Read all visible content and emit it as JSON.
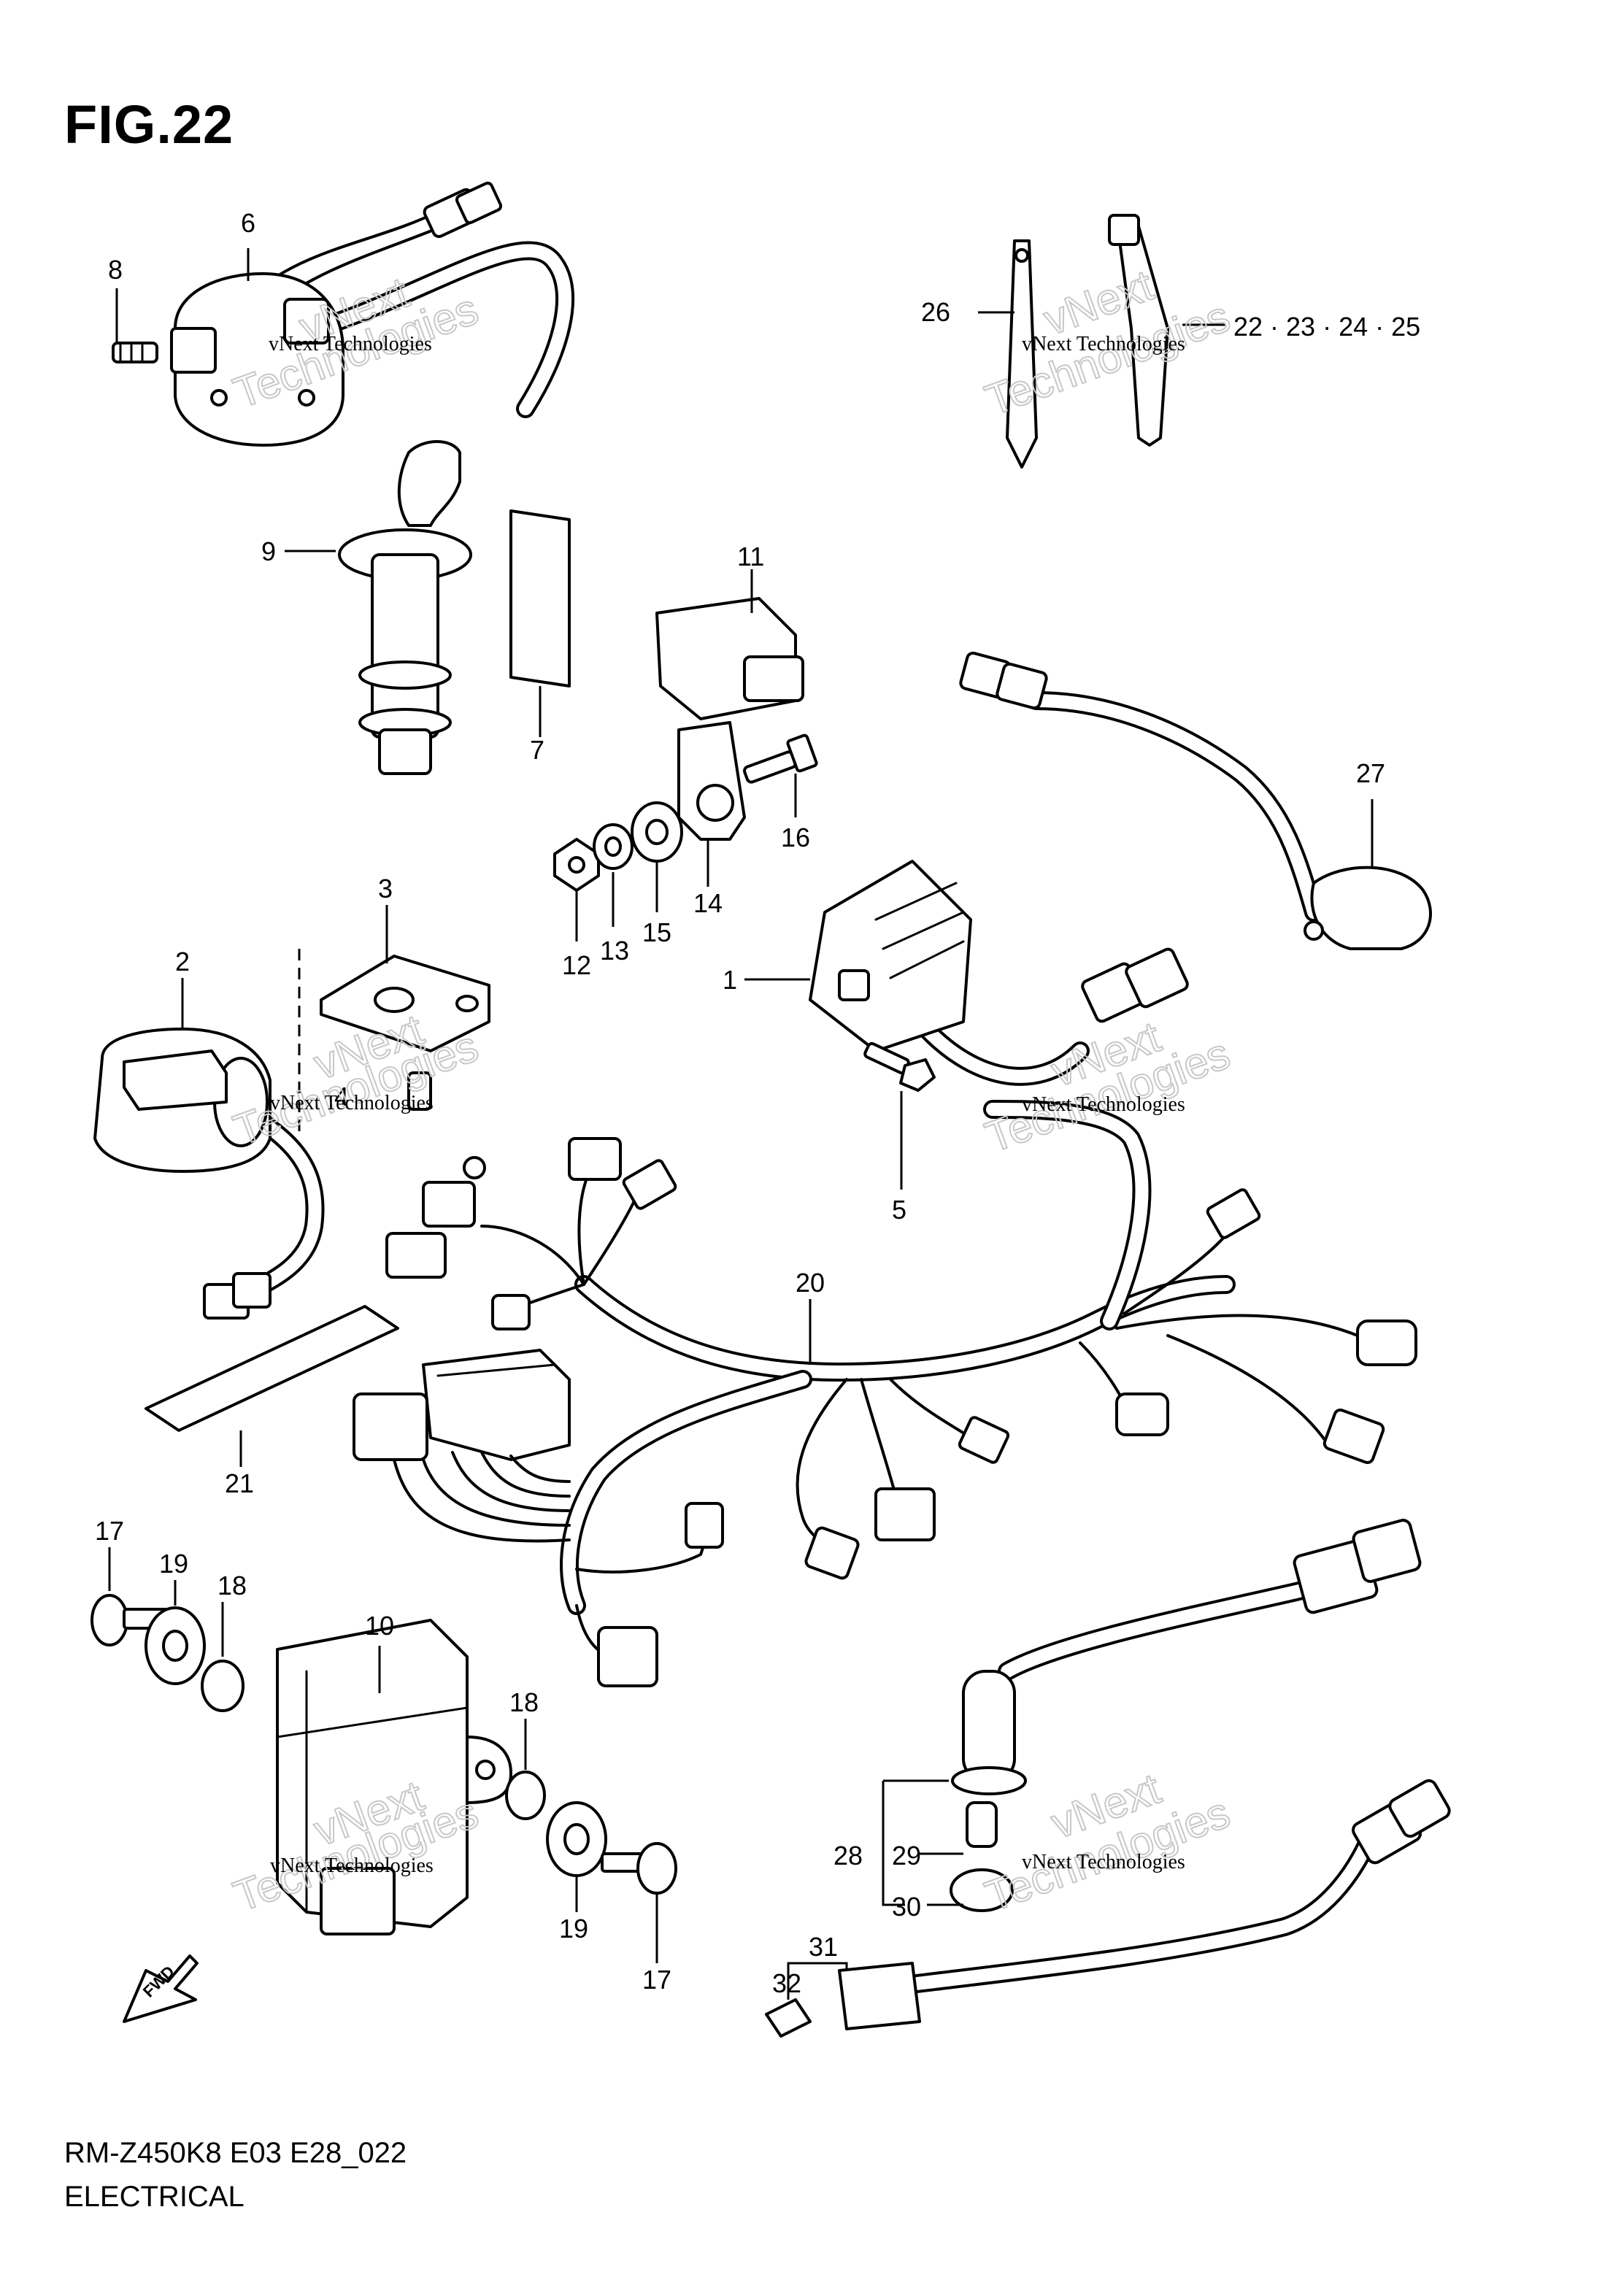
{
  "figure": {
    "title": "FIG.22"
  },
  "footer": {
    "code": "RM-Z450K8 E03 E28_022",
    "name": "ELECTRICAL"
  },
  "watermark": {
    "line1": "vNext Technologies",
    "big_top": "vNext",
    "big_bottom": "Technologies"
  },
  "arrow": {
    "label": "FWD"
  },
  "callouts": {
    "c1": "1",
    "c2": "2",
    "c3": "3",
    "c4": "4",
    "c5": "5",
    "c6": "6",
    "c7": "7",
    "c8": "8",
    "c9": "9",
    "c10": "10",
    "c11": "11",
    "c12": "12",
    "c13": "13",
    "c14": "14",
    "c15": "15",
    "c16": "16",
    "c17a": "17",
    "c17b": "17",
    "c18a": "18",
    "c18b": "18",
    "c19a": "19",
    "c19b": "19",
    "c20": "20",
    "c21": "21",
    "c22_25": "22 · 23 · 24 · 25",
    "c26": "26",
    "c27": "27",
    "c28": "28",
    "c29": "29",
    "c30": "30",
    "c31": "31",
    "c32": "32"
  },
  "colors": {
    "ink": "#000000",
    "paper": "#ffffff",
    "watermark": "#c8c8c8"
  }
}
